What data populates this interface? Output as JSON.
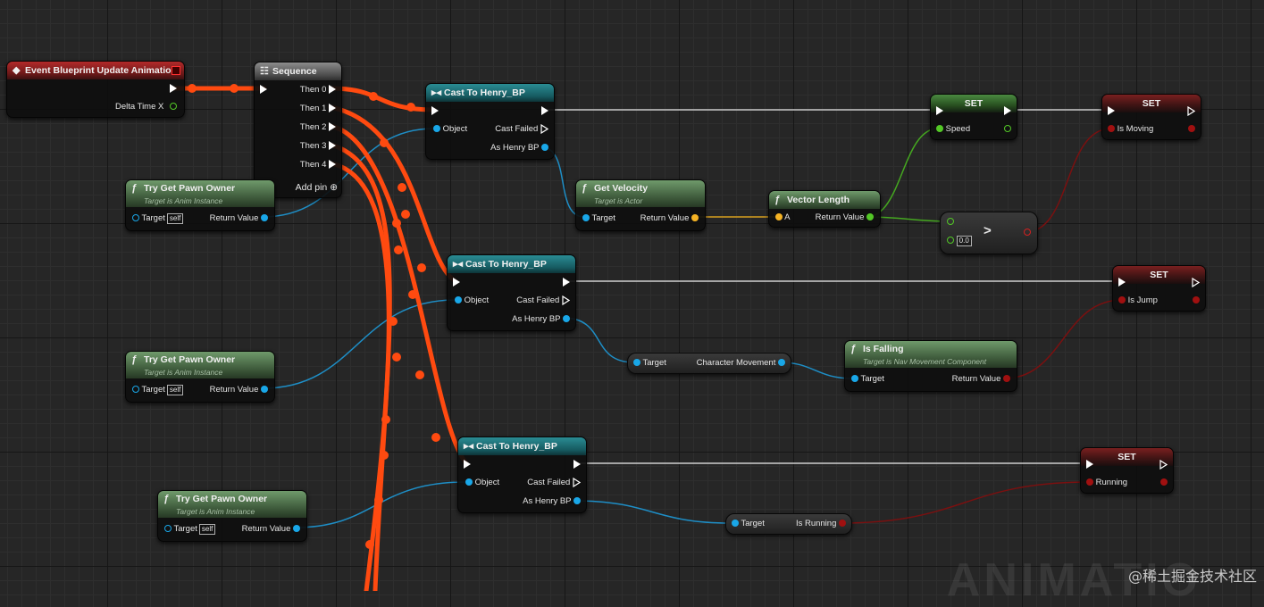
{
  "event_node": {
    "title": "Event Blueprint Update Animation",
    "delta_label": "Delta Time X"
  },
  "sequence": {
    "title": "Sequence",
    "then": [
      "Then 0",
      "Then 1",
      "Then 2",
      "Then 3",
      "Then 4"
    ],
    "add_pin": "Add pin"
  },
  "try_get_pawn_owner": {
    "title": "Try Get Pawn Owner",
    "subtitle": "Target is Anim Instance",
    "target": "Target",
    "self": "self",
    "return": "Return Value"
  },
  "cast": {
    "title": "Cast To Henry_BP",
    "object": "Object",
    "cast_failed": "Cast Failed",
    "as_henry": "As Henry BP"
  },
  "get_velocity": {
    "title": "Get Velocity",
    "subtitle": "Target is Actor",
    "target": "Target",
    "return": "Return Value"
  },
  "vector_length": {
    "title": "Vector Length",
    "a": "A",
    "return": "Return Value"
  },
  "compare": {
    "op": ">",
    "value": "0.0"
  },
  "set_speed": {
    "title": "SET",
    "var": "Speed"
  },
  "set_moving": {
    "title": "SET",
    "var": "Is Moving"
  },
  "set_jump": {
    "title": "SET",
    "var": "Is Jump"
  },
  "set_running": {
    "title": "SET",
    "var": "Running"
  },
  "char_movement": {
    "target": "Target",
    "label": "Character Movement"
  },
  "is_falling": {
    "title": "Is Falling",
    "subtitle": "Target is Nav Movement Component",
    "target": "Target",
    "return": "Return Value"
  },
  "is_running_getter": {
    "target": "Target",
    "label": "Is Running"
  },
  "watermark": {
    "text": "@稀土掘金技术社区",
    "background_text": "ANIMATIO"
  },
  "colors": {
    "exec_wire": "#ff4a10",
    "object_pin": "#19a7e8",
    "vector_pin": "#f5b324",
    "float_pin": "#53c826",
    "bool_pin": "#a01010"
  }
}
